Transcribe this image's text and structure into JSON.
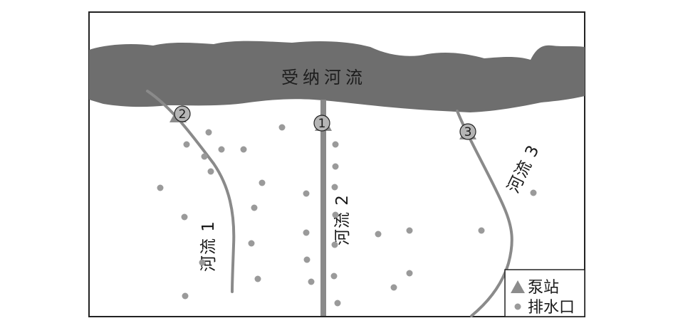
{
  "main_river_label": "受纳河流",
  "rivers": [
    {
      "id": "river-1",
      "label": "河流 1"
    },
    {
      "id": "river-2",
      "label": "河流 2"
    },
    {
      "id": "river-3",
      "label": "河流 3"
    }
  ],
  "pump_stations": [
    {
      "id": "station-1",
      "number": "1"
    },
    {
      "id": "station-2",
      "number": "2"
    },
    {
      "id": "station-3",
      "number": "3"
    }
  ],
  "legend": {
    "pump_station": "泵站",
    "outfall": "排水口"
  },
  "colors": {
    "main_river": "#6e6e6e",
    "tributary": "#8a8a8a",
    "outfall_dot": "#9a9a9a",
    "station_marker": "#8c8c8c",
    "border": "#222222"
  }
}
